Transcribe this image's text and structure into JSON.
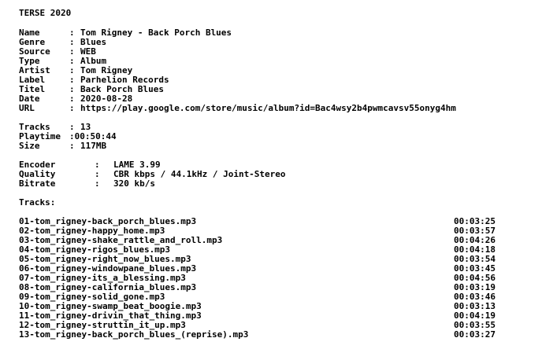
{
  "title": "TERSE 2020",
  "info": [
    {
      "key": "Name",
      "value": "Tom Rigney - Back Porch Blues"
    },
    {
      "key": "Genre",
      "value": "Blues"
    },
    {
      "key": "Source",
      "value": "WEB"
    },
    {
      "key": "Type",
      "value": "Album"
    },
    {
      "key": "Artist",
      "value": "Tom Rigney"
    },
    {
      "key": "Label",
      "value": "Parhelion Records"
    },
    {
      "key": "Titel",
      "value": "Back Porch Blues"
    },
    {
      "key": "Date",
      "value": "2020-08-28"
    },
    {
      "key": "URL",
      "value": "https://play.google.com/store/music/album?id=Bac4wsy2b4pwmcavsv55onyg4hm"
    }
  ],
  "stats": [
    {
      "key": "Tracks",
      "value": "13"
    },
    {
      "key": "Playtime",
      "value": "00:50:44"
    },
    {
      "key": "Size",
      "value": "117MB"
    }
  ],
  "encoding": [
    {
      "key": "Encoder",
      "value": "LAME 3.99"
    },
    {
      "key": "Quality",
      "value": "CBR kbps / 44.1kHz / Joint-Stereo"
    },
    {
      "key": "Bitrate",
      "value": "320 kb/s"
    }
  ],
  "separator": ":",
  "tracks_heading": "Tracks:",
  "tracks": [
    {
      "file": "01-tom_rigney-back_porch_blues.mp3",
      "duration": "00:03:25"
    },
    {
      "file": "02-tom_rigney-happy_home.mp3",
      "duration": "00:03:57"
    },
    {
      "file": "03-tom_rigney-shake_rattle_and_roll.mp3",
      "duration": "00:04:26"
    },
    {
      "file": "04-tom_rigney-rigos_blues.mp3",
      "duration": "00:04:18"
    },
    {
      "file": "05-tom_rigney-right_now_blues.mp3",
      "duration": "00:03:54"
    },
    {
      "file": "06-tom_rigney-windowpane_blues.mp3",
      "duration": "00:03:45"
    },
    {
      "file": "07-tom_rigney-its_a_blessing.mp3",
      "duration": "00:04:56"
    },
    {
      "file": "08-tom_rigney-california_blues.mp3",
      "duration": "00:03:19"
    },
    {
      "file": "09-tom_rigney-solid_gone.mp3",
      "duration": "00:03:46"
    },
    {
      "file": "10-tom_rigney-swamp_beat_boogie.mp3",
      "duration": "00:03:13"
    },
    {
      "file": "11-tom_rigney-drivin_that_thing.mp3",
      "duration": "00:04:19"
    },
    {
      "file": "12-tom_rigney-struttin_it_up.mp3",
      "duration": "00:03:55"
    },
    {
      "file": "13-tom_rigney-back_porch_blues_(reprise).mp3",
      "duration": "00:03:27"
    }
  ]
}
